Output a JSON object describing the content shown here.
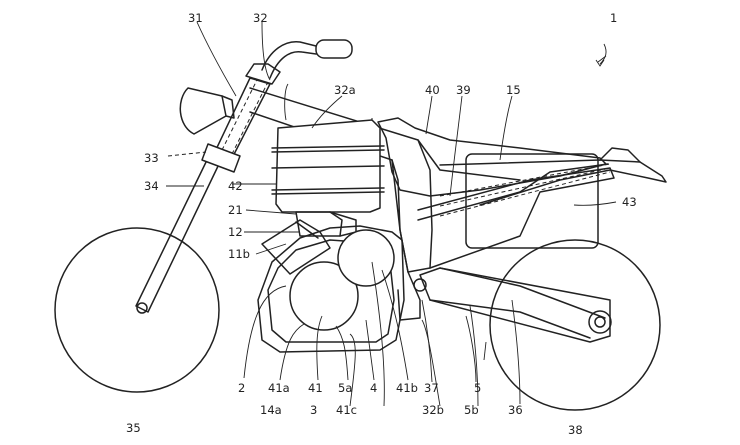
{
  "figure": {
    "labels": {
      "l1": "1",
      "l2": "2",
      "l3": "3",
      "l4": "4",
      "l5": "5",
      "l5a": "5a",
      "l5b": "5b",
      "l11b": "11b",
      "l12": "12",
      "l14a": "14a",
      "l15": "15",
      "l21": "21",
      "l31": "31",
      "l32": "32",
      "l32a": "32a",
      "l32b": "32b",
      "l33": "33",
      "l34": "34",
      "l35": "35",
      "l36": "36",
      "l37": "37",
      "l38": "38",
      "l39": "39",
      "l40": "40",
      "l41": "41",
      "l41a": "41a",
      "l41b": "41b",
      "l41c": "41c",
      "l42": "42",
      "l43": "43"
    }
  }
}
